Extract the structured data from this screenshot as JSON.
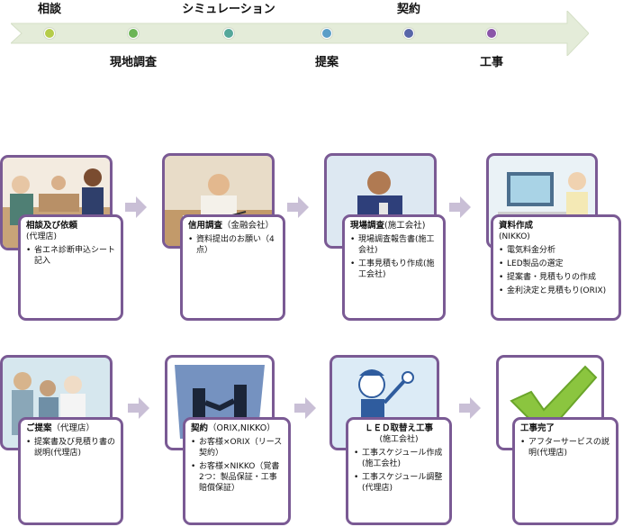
{
  "timeline": {
    "top_labels": [
      "相談",
      "シミュレーション",
      "契約"
    ],
    "bottom_labels": [
      "現地調査",
      "提案",
      "工事"
    ],
    "dot_colors": [
      "#b5cc49",
      "#6cb556",
      "#55a79a",
      "#5a9ec7",
      "#5866a8",
      "#8a55a8"
    ]
  },
  "steps": [
    {
      "title": "相談及び依頼",
      "title_note": "",
      "subtitle": "(代理店)",
      "bullets": [
        "省エネ診断申込シート記入"
      ]
    },
    {
      "title": "信用調査",
      "title_note": "（金融会社）",
      "subtitle": "",
      "bullets": [
        "資料提出のお願い（4点）"
      ]
    },
    {
      "title": "現場調査",
      "title_note": "(施工会社)",
      "subtitle": "",
      "bullets": [
        "現場調査報告書(施工会社)",
        "工事見積もり作成(施工会社)"
      ]
    },
    {
      "title": "資料作成",
      "title_note": "",
      "subtitle": "(NIKKO)",
      "bullets": [
        "電気料金分析",
        "LED製品の選定",
        "提案書・見積もりの作成",
        "金利決定と見積もり(ORIX)"
      ]
    },
    {
      "title": "ご提案",
      "title_note": "（代理店）",
      "subtitle": "",
      "bullets": [
        "提案書及び見積り書の説明(代理店)"
      ]
    },
    {
      "title": "契約",
      "title_note": "（ORIX,NIKKO）",
      "subtitle": "",
      "bullets": [
        "お客様×ORIX（リース契約）",
        "お客様×NIKKO（覚書2つ：製品保証・工事賠償保証）"
      ]
    },
    {
      "title": "ＬＥＤ取替え工事",
      "title_note": "",
      "subtitle": "(施工会社)",
      "bullets": [
        "工事スケジュール作成(施工会社)",
        "工事スケジュール調整(代理店)"
      ]
    },
    {
      "title": "工事完了",
      "title_note": "",
      "subtitle": "",
      "bullets": [
        "アフターサービスの説明(代理店)"
      ]
    }
  ],
  "icons": [
    "handshake-icon",
    "checkmark-icon",
    "flow-arrow-icon"
  ],
  "colors": {
    "frame": "#7a5a94",
    "arrow_band": "#e4ecd9",
    "flow_arrow": "#c9bfd6",
    "check": "#8bc53f"
  }
}
